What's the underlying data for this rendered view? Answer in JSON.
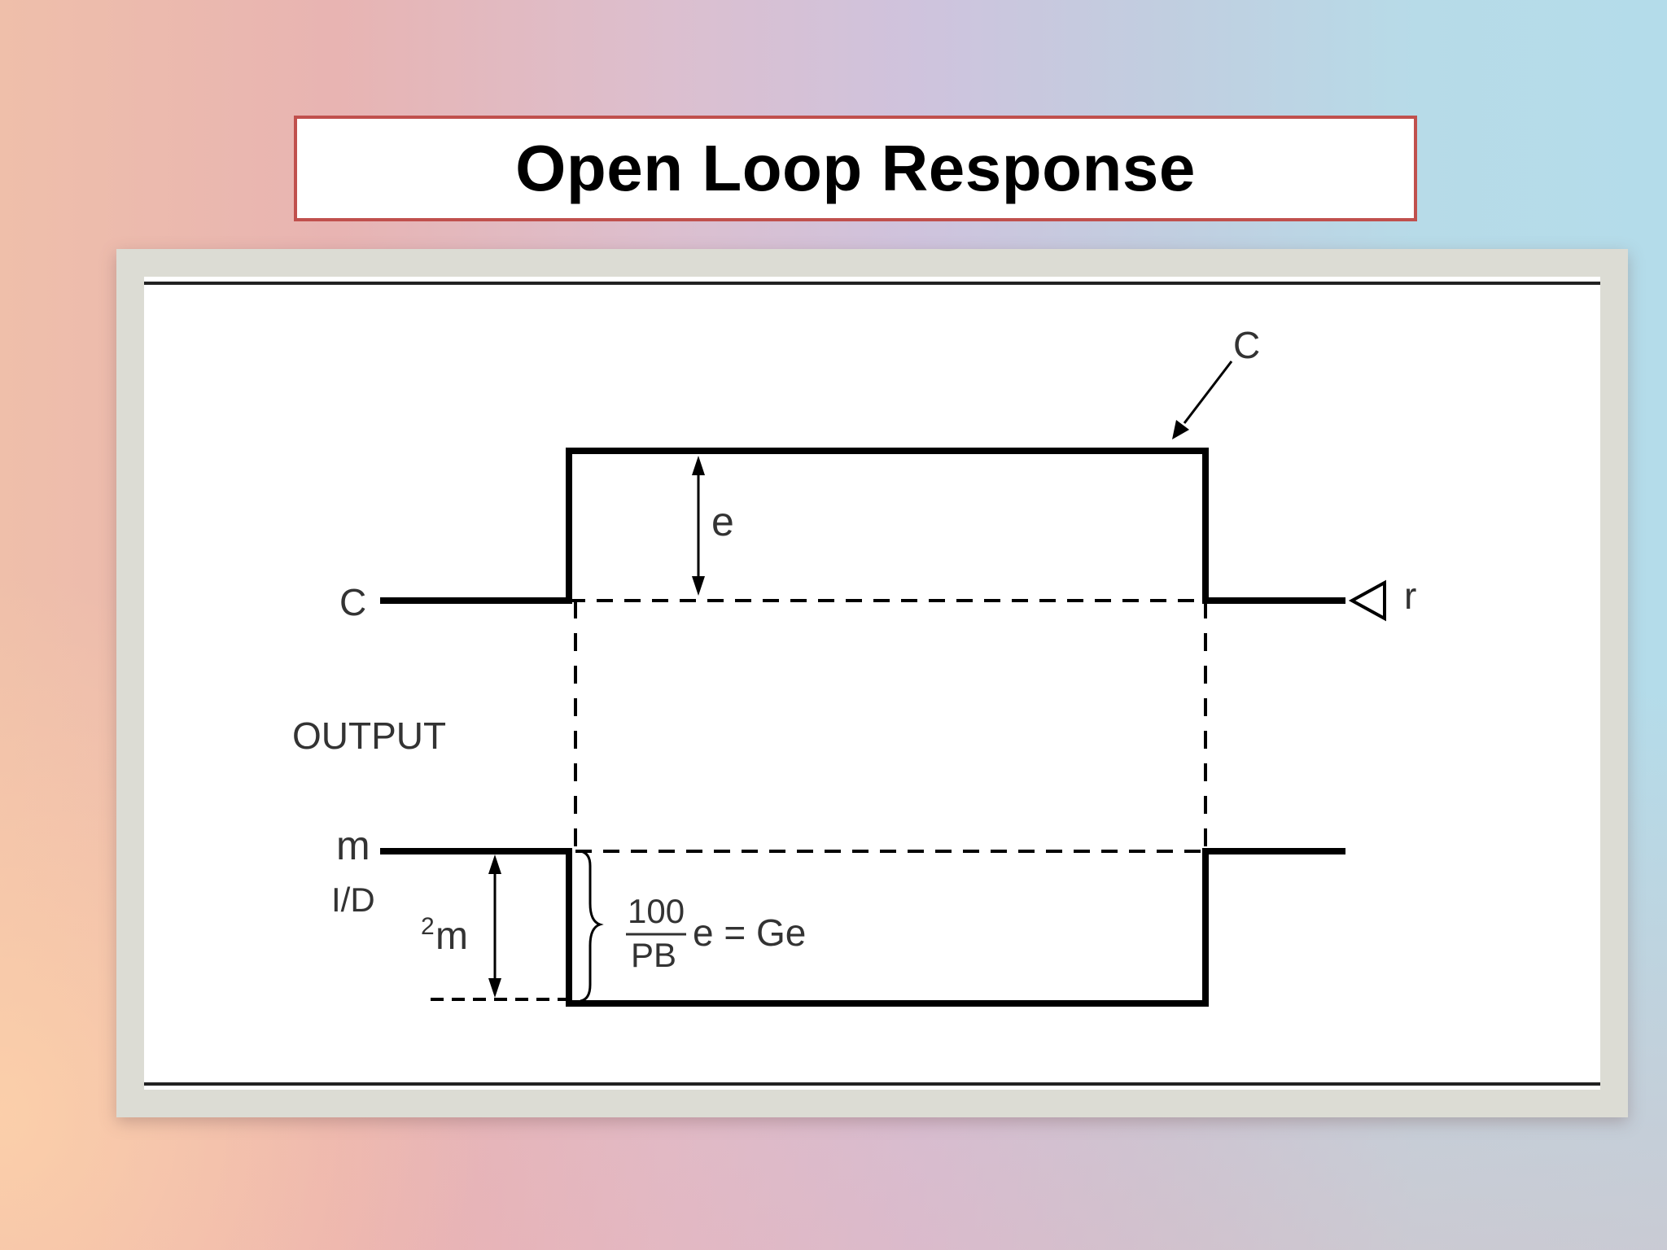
{
  "title": "Open Loop Response",
  "diagram": {
    "label_c_top": "C",
    "label_e": "e",
    "label_c_left": "C",
    "label_r": "r",
    "label_output": "OUTPUT",
    "label_m": "m",
    "label_id": "I/D",
    "label_delta_m_sup": "2",
    "label_delta_m": "m",
    "fraction_numerator": "100",
    "fraction_denominator": "PB",
    "equation_rhs": "e = Ge"
  }
}
